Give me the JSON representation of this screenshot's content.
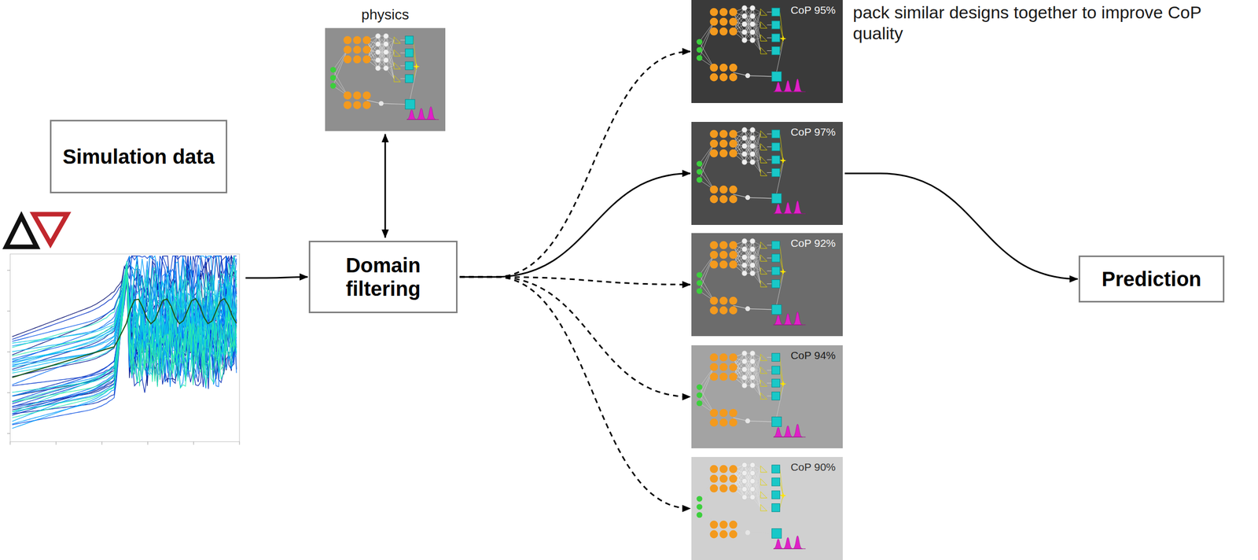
{
  "diagram": {
    "nodes": [
      {
        "text": [
          "Simulation data"
        ]
      },
      {
        "text": [
          "physics"
        ]
      },
      {
        "text": [
          "Domain filtering"
        ]
      },
      {
        "text": [
          "CoP 95%"
        ]
      },
      {
        "text": [
          "CoP 97%"
        ]
      },
      {
        "text": [
          "CoP 92%"
        ]
      },
      {
        "text": [
          "CoP 94%"
        ]
      },
      {
        "text": [
          "CoP 90%"
        ]
      },
      {
        "text": [
          "Prediction"
        ]
      }
    ],
    "edges": [
      {
        "from": 0,
        "to": 2,
        "arrow": "to"
      },
      {
        "from": 1,
        "to": 2,
        "arrow": "both"
      },
      {
        "from": 2,
        "to": 3,
        "arrow": "to"
      },
      {
        "from": 2,
        "to": 4,
        "arrow": "to"
      },
      {
        "from": 2,
        "to": 5,
        "arrow": "to"
      },
      {
        "from": 2,
        "to": 6,
        "arrow": "to"
      },
      {
        "from": 2,
        "to": 7,
        "arrow": "to"
      },
      {
        "from": 4,
        "to": 8,
        "arrow": "to"
      }
    ],
    "labels": [
      "pack similar designs together to improve CoP quality"
    ]
  }
}
